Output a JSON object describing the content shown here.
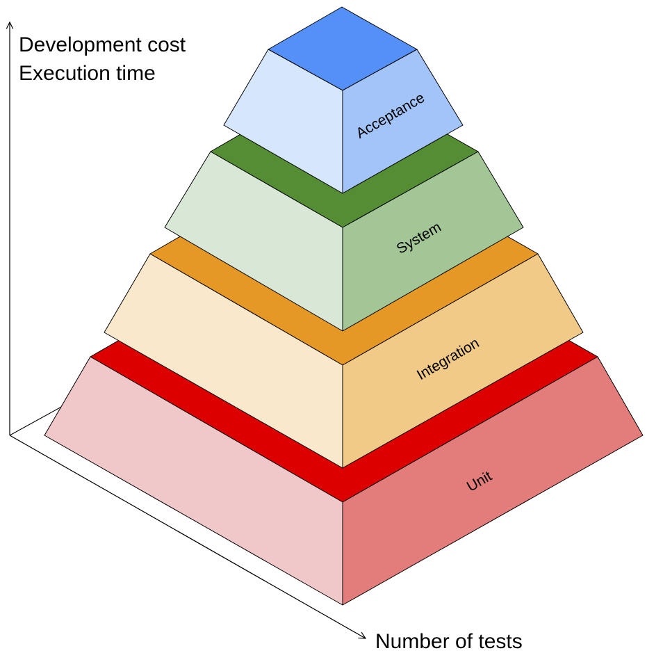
{
  "axes": {
    "y_label_line1": "Development cost",
    "y_label_line2": "Execution time",
    "x_label": "Number of tests"
  },
  "layers": [
    {
      "label": "Acceptance",
      "top_color": "#5590f8",
      "left_color": "#d6e6fc",
      "right_color": "#a2c4f9"
    },
    {
      "label": "System",
      "top_color": "#548d33",
      "left_color": "#d8e7d6",
      "right_color": "#a2c696"
    },
    {
      "label": "Integration",
      "top_color": "#e69826",
      "left_color": "#f9e8cb",
      "right_color": "#f0ca86"
    },
    {
      "label": "Unit",
      "top_color": "#dd0000",
      "left_color": "#f1c8c9",
      "right_color": "#e27d7c"
    }
  ]
}
